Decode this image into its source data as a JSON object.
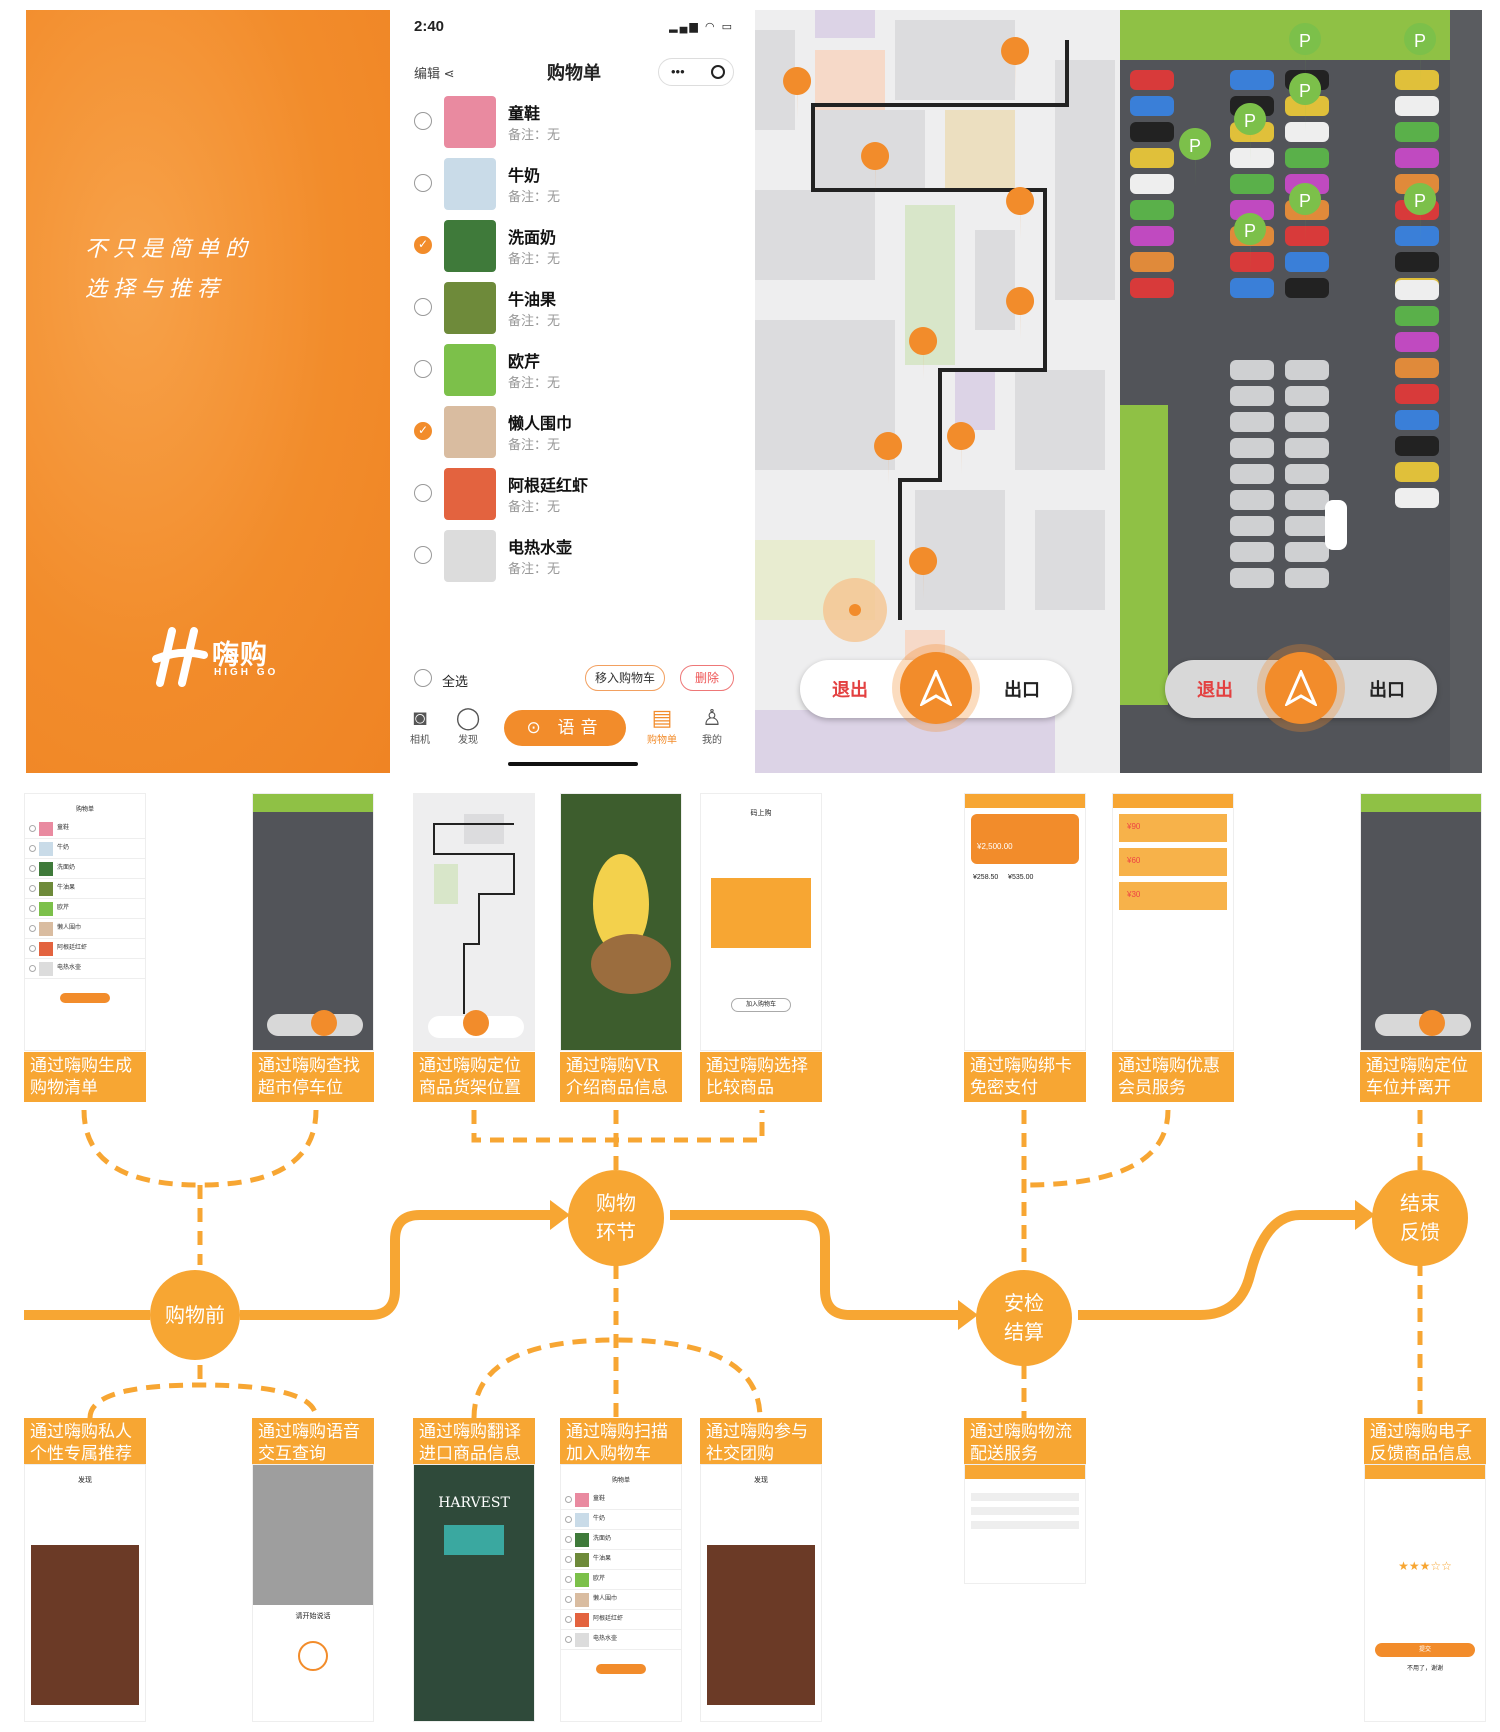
{
  "splash": {
    "slogan_line1": "不只是简单的",
    "slogan_line2": "选择与推荐",
    "brand": "嗨购",
    "brand_en": "HIGH GO",
    "bg_color": "#f28c2b"
  },
  "shopping_list": {
    "time": "2:40",
    "edit": "编辑",
    "title": "购物单",
    "more": "•••",
    "items": [
      {
        "name": "童鞋",
        "note": "备注：无",
        "checked": false,
        "color": "#e98aa0"
      },
      {
        "name": "牛奶",
        "note": "备注：无",
        "checked": false,
        "color": "#c9dbe8"
      },
      {
        "name": "洗面奶",
        "note": "备注：无",
        "checked": true,
        "color": "#3f7a3a"
      },
      {
        "name": "牛油果",
        "note": "备注：无",
        "checked": false,
        "color": "#6e8a3a"
      },
      {
        "name": "欧芹",
        "note": "备注：无",
        "checked": false,
        "color": "#7cc04a"
      },
      {
        "name": "懒人围巾",
        "note": "备注：无",
        "checked": true,
        "color": "#d9bca0"
      },
      {
        "name": "阿根廷红虾",
        "note": "备注：无",
        "checked": false,
        "color": "#e3633f"
      },
      {
        "name": "电热水壶",
        "note": "备注：无",
        "checked": false,
        "color": "#dcdcdc"
      }
    ],
    "select_all": "全选",
    "move_to_cart": "移入购物车",
    "delete": "删除",
    "tabs": [
      {
        "label": "相机",
        "icon": "camera-icon",
        "glyph": "◙"
      },
      {
        "label": "发现",
        "icon": "discover-icon",
        "glyph": "◯"
      },
      {
        "label": "购物单",
        "icon": "list-icon",
        "glyph": "▤"
      },
      {
        "label": "我的",
        "icon": "user-icon",
        "glyph": "♙"
      }
    ],
    "voice": "语音"
  },
  "navigation": {
    "exit": "退出",
    "out": "出口",
    "parking_label": "P"
  },
  "flow": {
    "before": {
      "node": "购物前",
      "top_captions": [
        "通过嗨购生成购物清单",
        "通过嗨购查找超市停车位"
      ],
      "bottom_captions": [
        "通过嗨购私人个性专属推荐",
        "通过嗨购语音交互查询"
      ]
    },
    "shopping": {
      "node_line1": "购物",
      "node_line2": "环节",
      "top_captions": [
        "通过嗨购定位商品货架位置",
        "通过嗨购VR介绍商品信息",
        "通过嗨购选择比较商品"
      ],
      "bottom_captions": [
        "通过嗨购翻译进口商品信息",
        "通过嗨购扫描加入购物车",
        "通过嗨购参与社交团购"
      ]
    },
    "checkout": {
      "node_line1": "安检",
      "node_line2": "结算",
      "top_captions": [
        "通过嗨购绑卡免密支付",
        "通过嗨购优惠会员服务"
      ],
      "bottom_captions": [
        "通过嗨购物流配送服务"
      ]
    },
    "end": {
      "node_line1": "结束",
      "node_line2": "反馈",
      "top_captions": [
        "通过嗨购定位车位并离开"
      ],
      "bottom_captions": [
        "通过嗨购电子反馈商品信息"
      ]
    }
  },
  "thumbs": {
    "compare_title": "码上购",
    "add_cart": "加入购物车",
    "wallet_amount": "2,500.00",
    "stat1": "258.50",
    "stat2": "535.00",
    "coupons": [
      "¥90",
      "¥60",
      "¥30"
    ],
    "voice_prompt": "请开始说话",
    "discover_title": "发现",
    "harvest": "HARVEST",
    "feedback_submit": "提交",
    "feedback_skip": "不用了，谢谢"
  }
}
